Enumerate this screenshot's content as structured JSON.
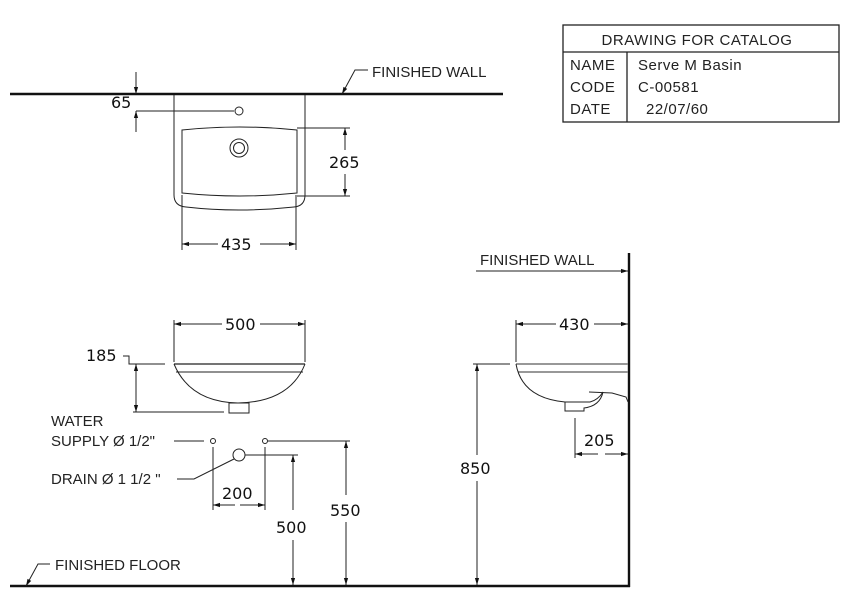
{
  "title_block": {
    "heading": "DRAWING FOR CATALOG",
    "rows": [
      {
        "label": "NAME",
        "value": "Serve M Basin"
      },
      {
        "label": "CODE",
        "value": "C-00581"
      },
      {
        "label": "DATE",
        "value": "22/07/60"
      }
    ]
  },
  "top_view": {
    "wall_label": "FINISHED WALL",
    "dims": {
      "tap_offset": "65",
      "bowl_depth": "265",
      "bowl_width": "435"
    }
  },
  "front_view": {
    "dims": {
      "overall_width": "500",
      "height": "185",
      "supply_spacing": "200",
      "drain_height": "500",
      "supply_height": "550"
    },
    "notes": {
      "water_supply_line1": "WATER",
      "water_supply_line2": "SUPPLY Ø 1/2\"",
      "drain": "DRAIN Ø 1 1/2 \""
    },
    "floor_label": "FINISHED FLOOR"
  },
  "side_view": {
    "wall_label": "FINISHED WALL",
    "dims": {
      "projection": "430",
      "install_height": "850",
      "drain_offset": "205"
    }
  }
}
